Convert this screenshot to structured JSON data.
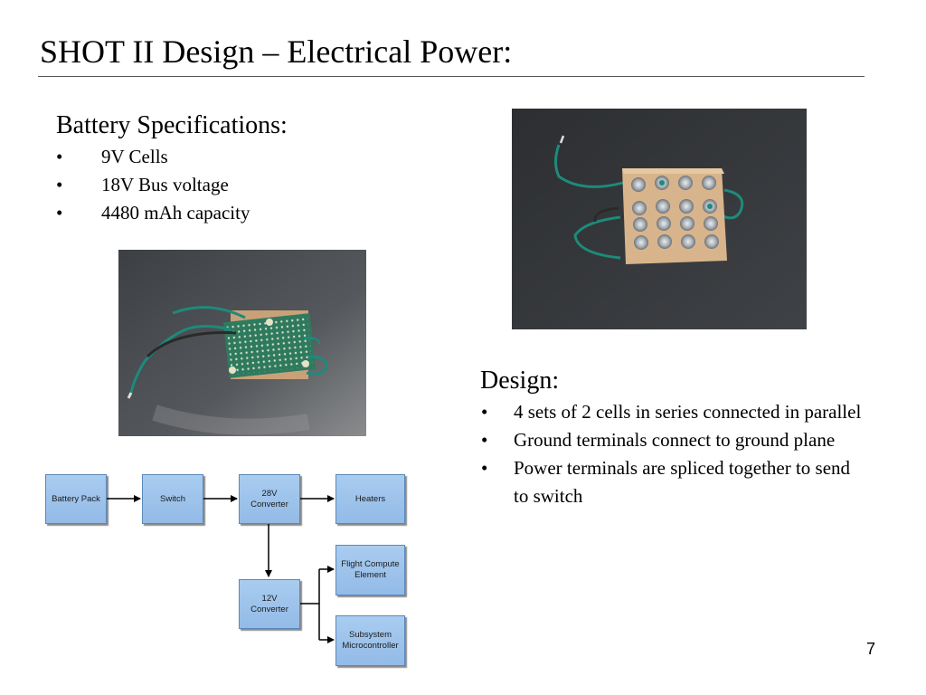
{
  "slide": {
    "title": "SHOT II Design – Electrical Power:",
    "page_number": "7"
  },
  "battery_specs": {
    "heading": "Battery Specifications:",
    "bullet_symbol": "•",
    "items": [
      "9V Cells",
      "18V Bus voltage",
      "4480 mAh capacity"
    ]
  },
  "design": {
    "heading": "Design:",
    "bullet_symbol": "•",
    "items": [
      "4 sets of 2 cells in series connected in parallel",
      "Ground terminals connect to ground plane",
      "Power terminals are spliced together to send to switch"
    ]
  },
  "diagram": {
    "nodes": {
      "battery_pack": "Battery Pack",
      "switch": "Switch",
      "converter_28v": "28V Converter",
      "heaters": "Heaters",
      "converter_12v": "12V Converter",
      "flight_compute": "Flight Compute Element",
      "subsystem": "Subsystem Microcontroller"
    }
  },
  "colors": {
    "box_fill": "#9dc3ec",
    "box_border": "#5b88b8",
    "wire": "#1e8a7a"
  }
}
